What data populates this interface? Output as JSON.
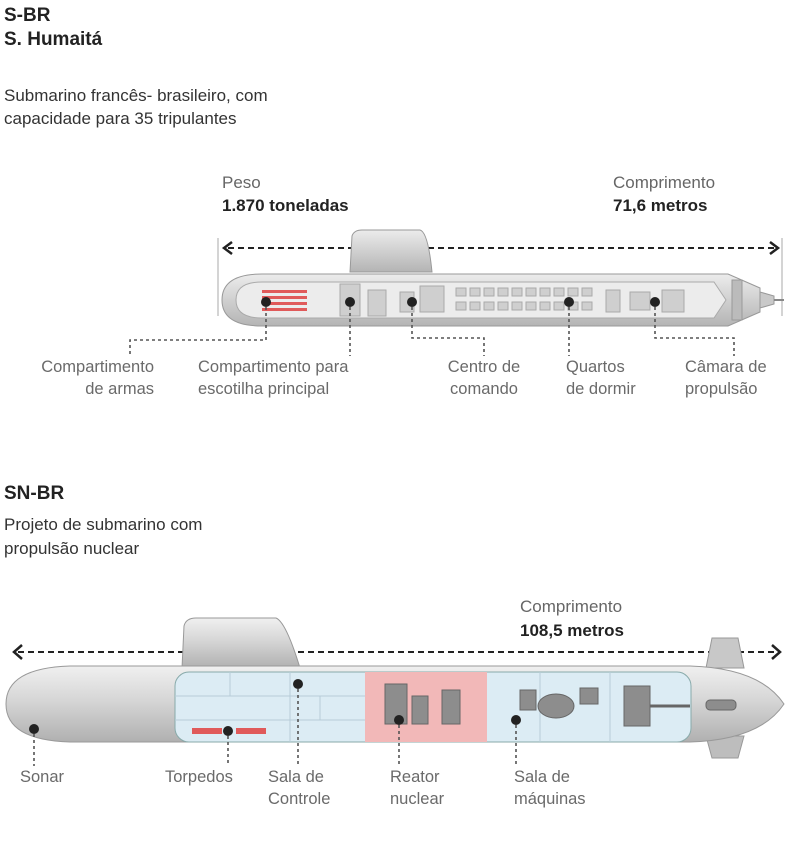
{
  "sbr": {
    "code": "S-BR",
    "name": "S. Humaitá",
    "desc_line1": "Submarino francês- brasileiro, com",
    "desc_line2": "capacidade para 35 tripulantes",
    "weight_label": "Peso",
    "weight_value": "1.870 toneladas",
    "length_label": "Comprimento",
    "length_value": "71,6 metros",
    "callouts": [
      {
        "line1": "Compartimento",
        "line2": "de armas"
      },
      {
        "line1": "Compartimento para",
        "line2": "escotilha principal"
      },
      {
        "line1": "Centro de",
        "line2": "comando"
      },
      {
        "line1": "Quartos",
        "line2": "de dormir"
      },
      {
        "line1": "Câmara de",
        "line2": "propulsão"
      }
    ]
  },
  "snbr": {
    "code": "SN-BR",
    "desc_line1": "Projeto de submarino com",
    "desc_line2": "propulsão nuclear",
    "length_label": "Comprimento",
    "length_value": "108,5 metros",
    "callouts": [
      {
        "line1": "Sonar",
        "line2": ""
      },
      {
        "line1": "Torpedos",
        "line2": ""
      },
      {
        "line1": "Sala de",
        "line2": "Controle"
      },
      {
        "line1": "Reator",
        "line2": "nuclear"
      },
      {
        "line1": "Sala de",
        "line2": "máquinas"
      }
    ]
  },
  "colors": {
    "hull": "#d2d2d2",
    "interior_blue": "#dcecf4",
    "reactor_red": "#f2b8b8",
    "weapons_red": "#e05a5a"
  }
}
